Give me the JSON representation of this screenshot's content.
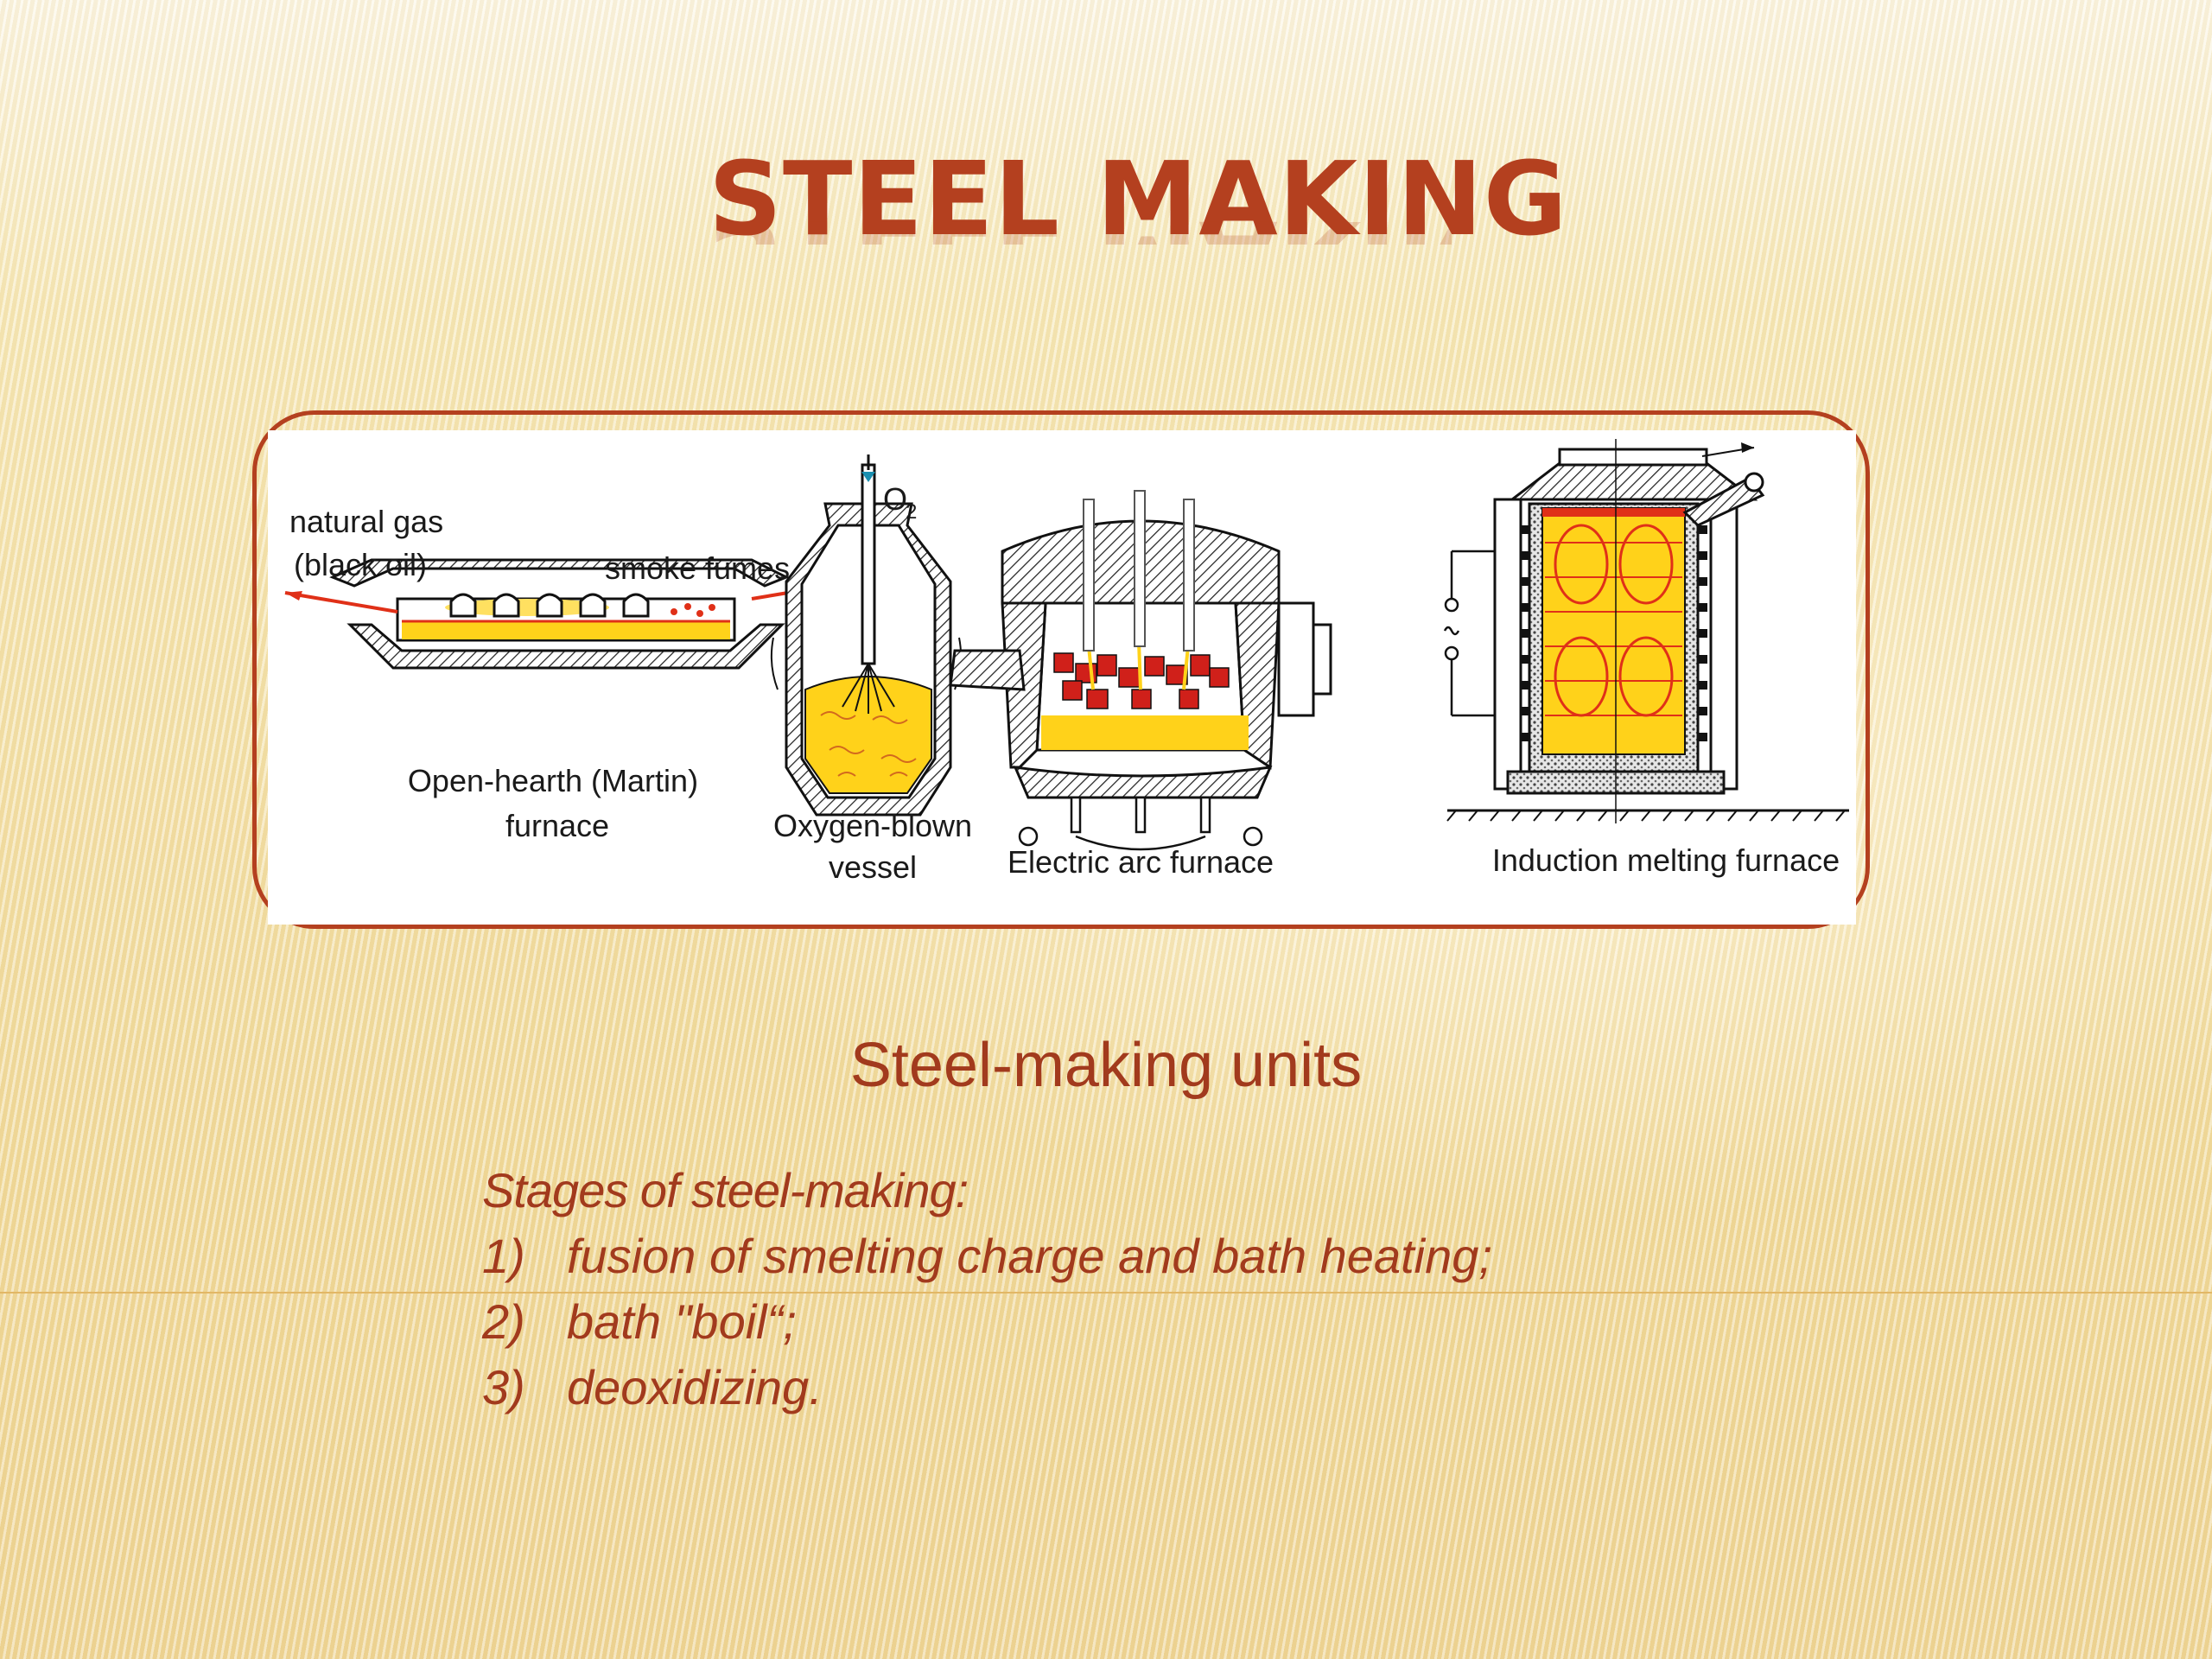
{
  "slide": {
    "title": "STEEL MAKING",
    "caption": "Steel-making units",
    "stages_heading": "Stages of steel-making:",
    "stages": [
      {
        "num": "1)",
        "text": "fusion of smelting charge and bath heating;"
      },
      {
        "num": "2)",
        "text": "bath \"boil“;"
      },
      {
        "num": "3)",
        "text": "deoxidizing."
      }
    ]
  },
  "diagram": {
    "labels": {
      "natural_gas": "natural gas",
      "black_oil": "(black oil)",
      "smoke_fumes": "smoke fumes",
      "open_hearth_1": "Open-hearth (Martin)",
      "open_hearth_2": "furnace",
      "oxygen_1": "Oxygen-blown",
      "oxygen_2": "vessel",
      "o2": "O",
      "o2_sub": "2",
      "electric_arc": "Electric arc furnace",
      "induction": "Induction melting furnace"
    }
  },
  "colors": {
    "title": "#b4401f",
    "text": "#a23a1d",
    "frame": "#b4401f",
    "molten": "#ffd21a",
    "flame": "#e03018"
  }
}
